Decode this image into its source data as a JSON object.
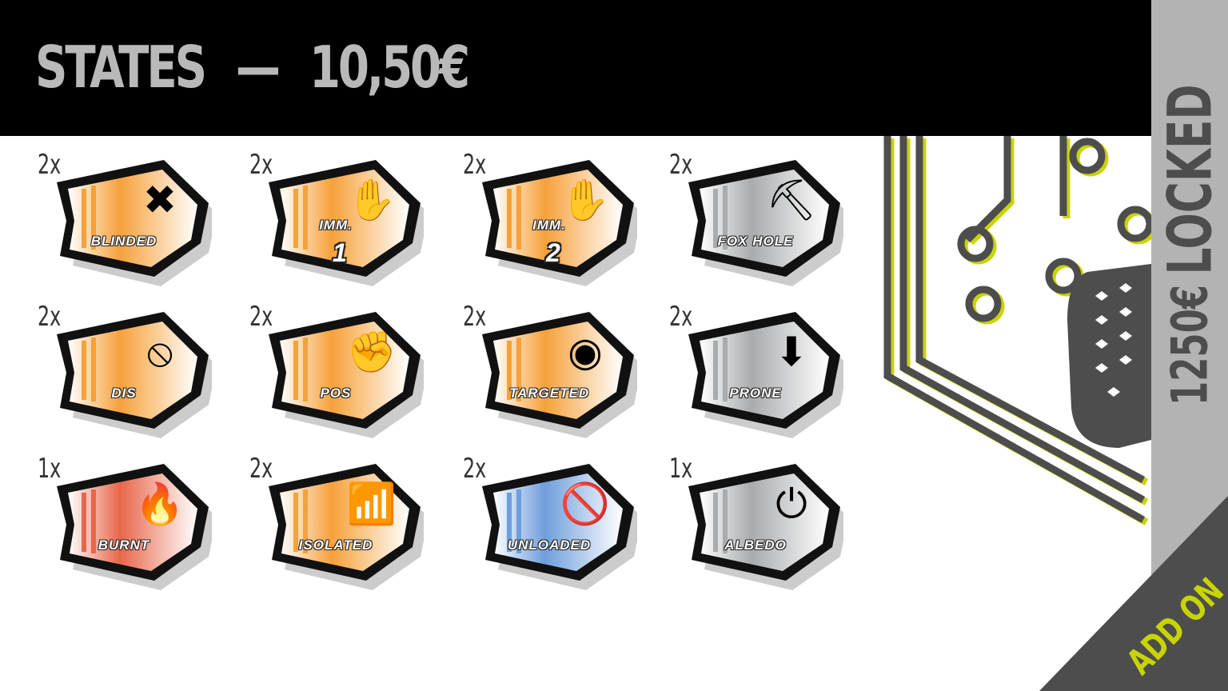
{
  "header": {
    "title": "STATES",
    "separator": "—",
    "price": "10,50€"
  },
  "side": {
    "locked": "LOCKED",
    "price": "1250€",
    "addon": "ADD ON",
    "accent": "#c8d400"
  },
  "tokens": [
    {
      "count": "2x",
      "label": "BLINDED",
      "sub": "",
      "icon": "blinded-eye-icon",
      "glyph": "✖",
      "theme": "orange"
    },
    {
      "count": "2x",
      "label": "IMM.",
      "sub": "1",
      "icon": "hand-icon",
      "glyph": "✋",
      "theme": "orange"
    },
    {
      "count": "2x",
      "label": "IMM.",
      "sub": "2",
      "icon": "hand-icon",
      "glyph": "✋",
      "theme": "orange"
    },
    {
      "count": "2x",
      "label": "FOX HOLE",
      "sub": "",
      "icon": "shovel-icon",
      "glyph": "⛏",
      "theme": "gray"
    },
    {
      "count": "2x",
      "label": "DIS",
      "sub": "",
      "icon": "prohibited-icon",
      "glyph": "⦸",
      "theme": "orange"
    },
    {
      "count": "2x",
      "label": "POS",
      "sub": "",
      "icon": "fist-lightning-icon",
      "glyph": "✊",
      "theme": "orange"
    },
    {
      "count": "2x",
      "label": "TARGETED",
      "sub": "",
      "icon": "target-icon",
      "glyph": "◉",
      "theme": "orange"
    },
    {
      "count": "2x",
      "label": "PRONE",
      "sub": "",
      "icon": "down-arrow-icon",
      "glyph": "⬇",
      "theme": "gray"
    },
    {
      "count": "1x",
      "label": "BURNT",
      "sub": "",
      "icon": "fire-icon",
      "glyph": "🔥",
      "theme": "red"
    },
    {
      "count": "2x",
      "label": "ISOLATED",
      "sub": "",
      "icon": "no-signal-icon",
      "glyph": "📶",
      "theme": "orange"
    },
    {
      "count": "2x",
      "label": "UNLOADED",
      "sub": "",
      "icon": "no-ammo-icon",
      "glyph": "🚫",
      "theme": "blue"
    },
    {
      "count": "1x",
      "label": "ALBEDO",
      "sub": "",
      "icon": "power-up-icon",
      "glyph": "⏻",
      "theme": "gray"
    }
  ],
  "themes": {
    "orange": "#f6a13a",
    "gray": "#a9abad",
    "red": "#e8664a",
    "blue": "#6f9edc"
  }
}
